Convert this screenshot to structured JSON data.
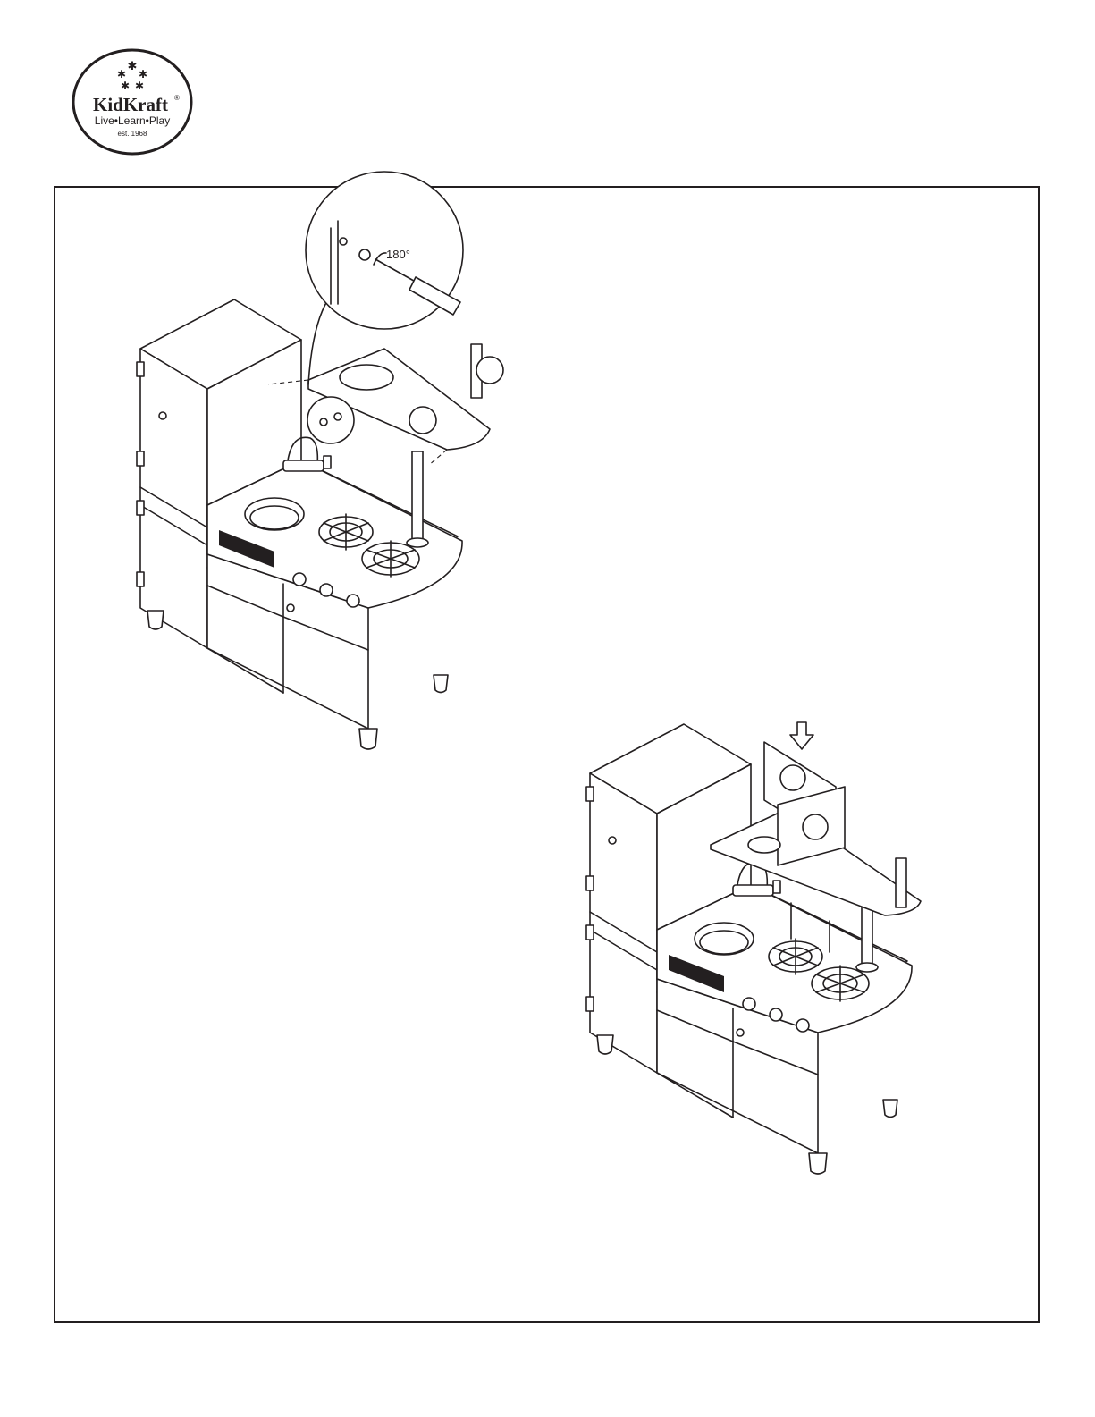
{
  "brand": {
    "name": "KidKraft",
    "registered": "®",
    "tagline": "Live•Learn•Play",
    "established": "est. 1968"
  },
  "step1": {
    "rotation_label": "180°"
  },
  "colors": {
    "ink": "#231f20",
    "paper": "#ffffff"
  },
  "icons": [
    "screwdriver-icon",
    "cam-lock-icon",
    "down-arrow-icon"
  ]
}
